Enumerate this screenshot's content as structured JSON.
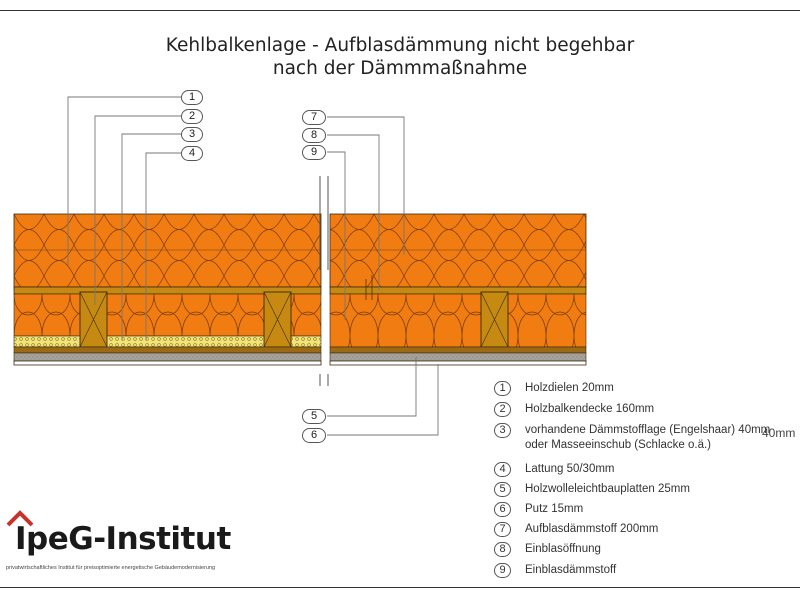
{
  "title": {
    "line1": "Kehlbalkenlage - Aufblasdämmung nicht begehbar",
    "line2": "nach der Dämmmaßnahme"
  },
  "callouts": {
    "left": [
      "1",
      "2",
      "3",
      "4"
    ],
    "right": [
      "7",
      "8",
      "9"
    ],
    "bottom": [
      "5",
      "6"
    ]
  },
  "legend": [
    {
      "num": "1",
      "text": "Holzdielen 20mm"
    },
    {
      "num": "2",
      "text": "Holzbalkendecke 160mm"
    },
    {
      "num": "3",
      "text": "vorhandene Dämmstofflage (Engelshaar) 40mm",
      "text2": "oder Masseeinschub (Schlacke o.ä.)"
    },
    {
      "num": "4",
      "text": "Lattung 50/30mm"
    },
    {
      "num": "5",
      "text": "Holzwolleleichtbauplatten 25mm"
    },
    {
      "num": "6",
      "text": "Putz 15mm"
    },
    {
      "num": "7",
      "text": "Aufblasdämmstoff 200mm"
    },
    {
      "num": "8",
      "text": "Einblasöffnung"
    },
    {
      "num": "9",
      "text": "Einblasdämmstoff"
    }
  ],
  "extra_label": "40mm",
  "logo": {
    "name": "IpeG-Institut",
    "subtitle": "privatwirtschaftliches Institut für preisoptimierte energetische Gebäudemodernisierung"
  },
  "colors": {
    "insulation": "#F07C12",
    "wood": "#C68A12",
    "timber_band": "#9C6A14",
    "filling": "#F2E27A",
    "plaster": "#A7A29C",
    "outline": "#3a2a10",
    "leader": "#777777",
    "logo_red": "#C8322B"
  }
}
